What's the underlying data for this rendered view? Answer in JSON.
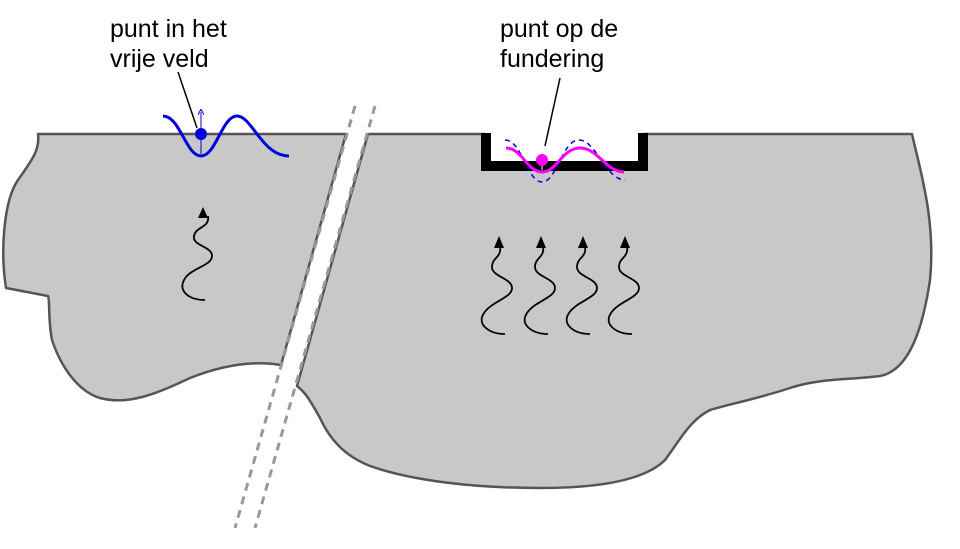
{
  "labels": {
    "free_field": [
      "punt in het",
      "vrije veld"
    ],
    "foundation": [
      "punt op de",
      "fundering"
    ]
  },
  "colors": {
    "ground_fill": "#c8c8c8",
    "ground_outline": "#555555",
    "free_field_wave": "#0000dd",
    "foundation_wave": "#ff00ff",
    "foundation_wave_dashed": "#0000dd",
    "foundation_structure": "#000000",
    "fault_line": "#999999",
    "wave_arrows": "#000000"
  },
  "icons": {
    "seismic_wave": "wavy-arrow-up-icon",
    "motion_arrow": "arrow-up-icon"
  }
}
